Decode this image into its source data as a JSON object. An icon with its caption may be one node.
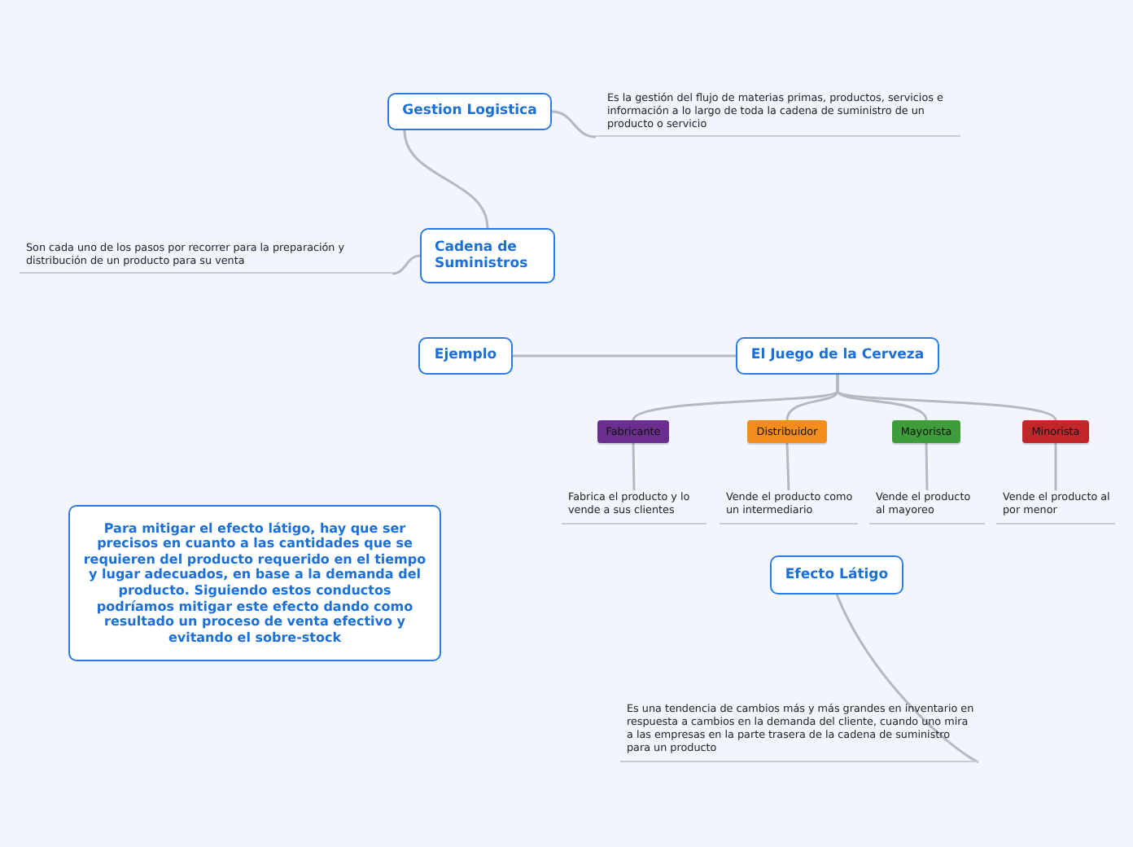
{
  "diagram": {
    "nodes": [
      {
        "text": [
          "Gestion Logistica"
        ]
      },
      {
        "text": [
          "Es la gestión del flujo de materias primas, productos, servicios e información a lo largo de toda la cadena de suministro de un producto o servicio"
        ]
      },
      {
        "text": [
          "Cadena de Suministros"
        ]
      },
      {
        "text": [
          "Son cada uno de los pasos por recorrer para la preparación y distribución de un producto para su venta"
        ]
      },
      {
        "text": [
          "Ejemplo"
        ]
      },
      {
        "text": [
          "El Juego de la Cerveza"
        ]
      },
      {
        "text": [
          "Fabricante"
        ]
      },
      {
        "text": [
          "Distribuidor"
        ]
      },
      {
        "text": [
          "Mayorista"
        ]
      },
      {
        "text": [
          "Minorista"
        ]
      },
      {
        "text": [
          "Fabrica el producto y lo vende a sus clientes"
        ]
      },
      {
        "text": [
          "Vende el producto como un intermediario"
        ]
      },
      {
        "text": [
          "Vende el producto al mayoreo"
        ]
      },
      {
        "text": [
          "Vende el producto al por menor"
        ]
      },
      {
        "text": [
          "Efecto Látigo"
        ]
      },
      {
        "text": [
          "Es una tendencia de cambios más y más grandes en inventario en respuesta a cambios en la demanda del cliente, cuando uno mira a las empresas en la parte trasera de la cadena de suministro para un producto"
        ]
      },
      {
        "text": [
          "Para mitigar el efecto látigo, hay que ser precisos en cuanto a las cantidades que se requieren del producto requerido en el tiempo y lugar adecuados, en base a la demanda del producto. Siguiendo estos conductos podríamos mitigar este efecto dando como resultado un proceso de venta efectivo y evitando el sobre-stock"
        ]
      }
    ],
    "edges": [
      {
        "from": 0,
        "to": 1,
        "arrow": "none"
      },
      {
        "from": 0,
        "to": 2,
        "arrow": "none"
      },
      {
        "from": 2,
        "to": 3,
        "arrow": "none"
      },
      {
        "from": 4,
        "to": 5,
        "arrow": "none"
      },
      {
        "from": 5,
        "to": 6,
        "arrow": "none"
      },
      {
        "from": 5,
        "to": 7,
        "arrow": "none"
      },
      {
        "from": 5,
        "to": 8,
        "arrow": "none"
      },
      {
        "from": 5,
        "to": 9,
        "arrow": "none"
      },
      {
        "from": 6,
        "to": 10,
        "arrow": "none"
      },
      {
        "from": 7,
        "to": 11,
        "arrow": "none"
      },
      {
        "from": 8,
        "to": 12,
        "arrow": "none"
      },
      {
        "from": 9,
        "to": 13,
        "arrow": "none"
      },
      {
        "from": 14,
        "to": 15,
        "arrow": "none"
      }
    ]
  }
}
